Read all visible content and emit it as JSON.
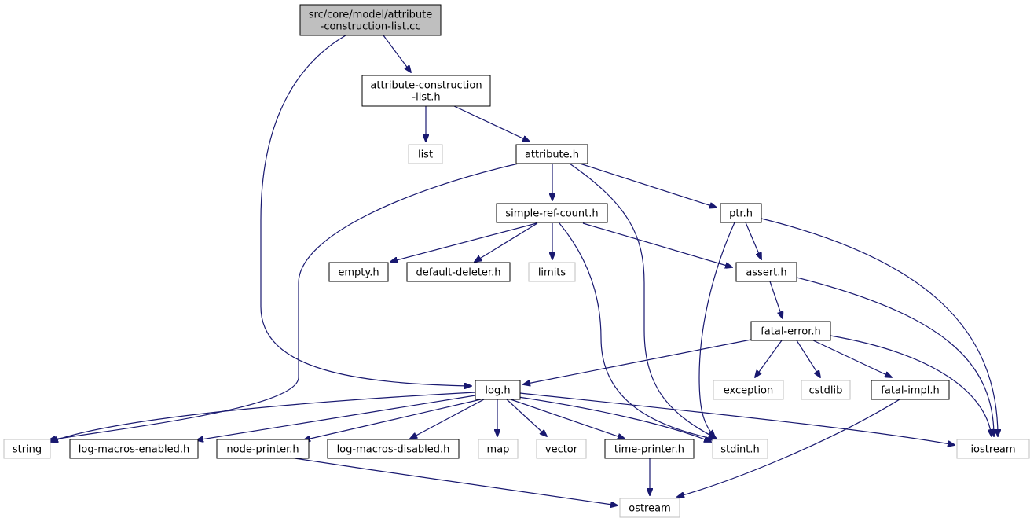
{
  "colors": {
    "edge": "#191970",
    "root_fill": "#bfbfbf",
    "root_stroke": "#000000",
    "local_stroke": "#000000",
    "external_stroke": "#bfbfbf",
    "node_fill": "#ffffff"
  },
  "nodes": [
    {
      "id": "root",
      "kind": "root",
      "lines": [
        "src/core/model/attribute",
        "-construction-list.cc"
      ]
    },
    {
      "id": "acl_h",
      "kind": "local",
      "lines": [
        "attribute-construction",
        "-list.h"
      ]
    },
    {
      "id": "list",
      "kind": "external",
      "lines": [
        "list"
      ]
    },
    {
      "id": "attribute_h",
      "kind": "local",
      "lines": [
        "attribute.h"
      ]
    },
    {
      "id": "simple_ref_count_h",
      "kind": "local",
      "lines": [
        "simple-ref-count.h"
      ]
    },
    {
      "id": "ptr_h",
      "kind": "local",
      "lines": [
        "ptr.h"
      ]
    },
    {
      "id": "empty_h",
      "kind": "local",
      "lines": [
        "empty.h"
      ]
    },
    {
      "id": "default_deleter_h",
      "kind": "local",
      "lines": [
        "default-deleter.h"
      ]
    },
    {
      "id": "limits",
      "kind": "external",
      "lines": [
        "limits"
      ]
    },
    {
      "id": "assert_h",
      "kind": "local",
      "lines": [
        "assert.h"
      ]
    },
    {
      "id": "fatal_error_h",
      "kind": "local",
      "lines": [
        "fatal-error.h"
      ]
    },
    {
      "id": "log_h",
      "kind": "local",
      "lines": [
        "log.h"
      ]
    },
    {
      "id": "exception",
      "kind": "external",
      "lines": [
        "exception"
      ]
    },
    {
      "id": "cstdlib",
      "kind": "external",
      "lines": [
        "cstdlib"
      ]
    },
    {
      "id": "fatal_impl_h",
      "kind": "local",
      "lines": [
        "fatal-impl.h"
      ]
    },
    {
      "id": "string",
      "kind": "external",
      "lines": [
        "string"
      ]
    },
    {
      "id": "log_macros_enabled_h",
      "kind": "local",
      "lines": [
        "log-macros-enabled.h"
      ]
    },
    {
      "id": "node_printer_h",
      "kind": "local",
      "lines": [
        "node-printer.h"
      ]
    },
    {
      "id": "log_macros_disabled_h",
      "kind": "local",
      "lines": [
        "log-macros-disabled.h"
      ]
    },
    {
      "id": "map",
      "kind": "external",
      "lines": [
        "map"
      ]
    },
    {
      "id": "vector",
      "kind": "external",
      "lines": [
        "vector"
      ]
    },
    {
      "id": "time_printer_h",
      "kind": "local",
      "lines": [
        "time-printer.h"
      ]
    },
    {
      "id": "stdint_h",
      "kind": "external",
      "lines": [
        "stdint.h"
      ]
    },
    {
      "id": "iostream",
      "kind": "external",
      "lines": [
        "iostream"
      ]
    },
    {
      "id": "ostream",
      "kind": "external",
      "lines": [
        "ostream"
      ]
    }
  ],
  "edges": [
    [
      "root",
      "acl_h"
    ],
    [
      "root",
      "log_h"
    ],
    [
      "acl_h",
      "list"
    ],
    [
      "acl_h",
      "attribute_h"
    ],
    [
      "attribute_h",
      "simple_ref_count_h"
    ],
    [
      "attribute_h",
      "ptr_h"
    ],
    [
      "attribute_h",
      "string"
    ],
    [
      "attribute_h",
      "stdint_h"
    ],
    [
      "simple_ref_count_h",
      "empty_h"
    ],
    [
      "simple_ref_count_h",
      "default_deleter_h"
    ],
    [
      "simple_ref_count_h",
      "limits"
    ],
    [
      "simple_ref_count_h",
      "assert_h"
    ],
    [
      "simple_ref_count_h",
      "stdint_h"
    ],
    [
      "ptr_h",
      "assert_h"
    ],
    [
      "ptr_h",
      "iostream"
    ],
    [
      "ptr_h",
      "stdint_h"
    ],
    [
      "assert_h",
      "fatal_error_h"
    ],
    [
      "assert_h",
      "iostream"
    ],
    [
      "fatal_error_h",
      "log_h"
    ],
    [
      "fatal_error_h",
      "exception"
    ],
    [
      "fatal_error_h",
      "cstdlib"
    ],
    [
      "fatal_error_h",
      "fatal_impl_h"
    ],
    [
      "fatal_error_h",
      "iostream"
    ],
    [
      "fatal_impl_h",
      "ostream"
    ],
    [
      "log_h",
      "string"
    ],
    [
      "log_h",
      "log_macros_enabled_h"
    ],
    [
      "log_h",
      "node_printer_h"
    ],
    [
      "log_h",
      "log_macros_disabled_h"
    ],
    [
      "log_h",
      "map"
    ],
    [
      "log_h",
      "vector"
    ],
    [
      "log_h",
      "time_printer_h"
    ],
    [
      "log_h",
      "stdint_h"
    ],
    [
      "log_h",
      "iostream"
    ],
    [
      "node_printer_h",
      "ostream"
    ],
    [
      "time_printer_h",
      "ostream"
    ]
  ]
}
